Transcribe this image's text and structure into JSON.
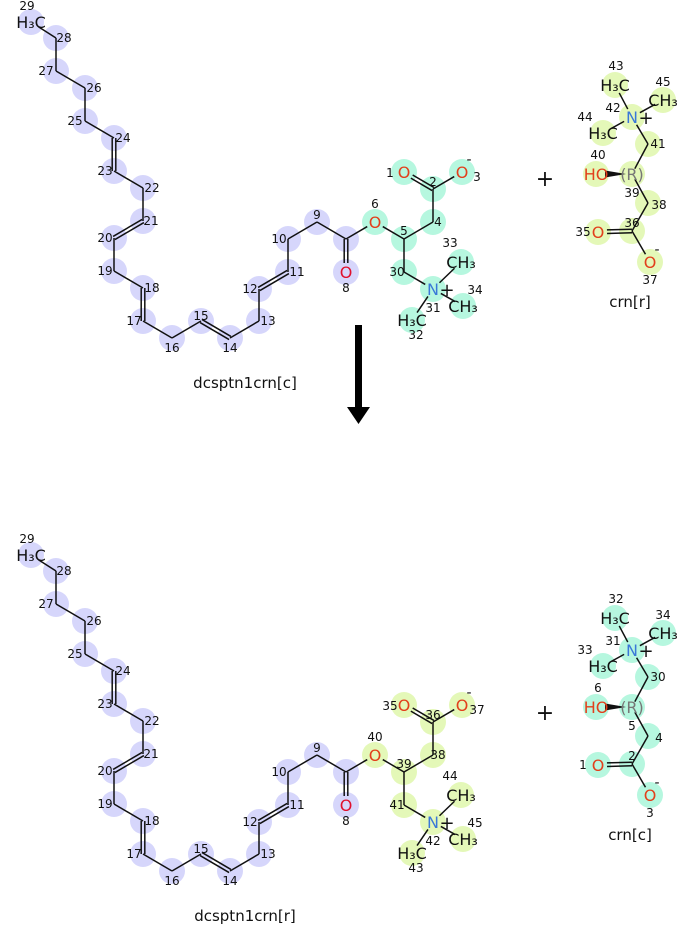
{
  "colors": {
    "chain": "#d6d6fb",
    "crn_c": "#b6f7df",
    "crn_r": "#e4f8b8",
    "oxygen": "#e2401c",
    "carbonyl_oxygen": "#e0102e",
    "nitrogen": "#3a78d8",
    "bond": "#111111"
  },
  "reaction": {
    "plus": "+",
    "arrow": "down-arrow"
  },
  "molecules": [
    {
      "name": "dcsptn1crn[c]",
      "atoms": [
        {
          "num": "29",
          "sym": "H₃C",
          "group": "chain"
        },
        {
          "num": "28",
          "group": "chain"
        },
        {
          "num": "27",
          "group": "chain"
        },
        {
          "num": "26",
          "group": "chain"
        },
        {
          "num": "25",
          "group": "chain"
        },
        {
          "num": "24",
          "group": "chain"
        },
        {
          "num": "23",
          "group": "chain"
        },
        {
          "num": "22",
          "group": "chain"
        },
        {
          "num": "21",
          "group": "chain"
        },
        {
          "num": "20",
          "group": "chain"
        },
        {
          "num": "19",
          "group": "chain"
        },
        {
          "num": "18",
          "group": "chain"
        },
        {
          "num": "17",
          "group": "chain"
        },
        {
          "num": "16",
          "group": "chain"
        },
        {
          "num": "15",
          "group": "chain"
        },
        {
          "num": "14",
          "group": "chain"
        },
        {
          "num": "13",
          "group": "chain"
        },
        {
          "num": "12",
          "group": "chain"
        },
        {
          "num": "11",
          "group": "chain"
        },
        {
          "num": "10",
          "group": "chain"
        },
        {
          "num": "9",
          "group": "chain"
        },
        {
          "num": "",
          "group": "chain"
        },
        {
          "num": "8",
          "sym": "O",
          "group": "chain",
          "element": "O2"
        },
        {
          "num": "6",
          "sym": "O",
          "group": "crn_c",
          "element": "O"
        },
        {
          "num": "5",
          "group": "crn_c"
        },
        {
          "num": "4",
          "group": "crn_c"
        },
        {
          "num": "2",
          "group": "crn_c"
        },
        {
          "num": "1",
          "sym": "O",
          "group": "crn_c",
          "element": "O"
        },
        {
          "num": "3",
          "sym": "O",
          "group": "crn_c",
          "element": "O",
          "charge": "-"
        },
        {
          "num": "30",
          "group": "crn_c"
        },
        {
          "num": "31",
          "sym": "N",
          "group": "crn_c",
          "element": "N",
          "charge": "+"
        },
        {
          "num": "33",
          "sym": "CH₃",
          "group": "crn_c"
        },
        {
          "num": "34",
          "sym": "CH₃",
          "group": "crn_c"
        },
        {
          "num": "32",
          "sym": "H₃C",
          "group": "crn_c"
        }
      ]
    },
    {
      "name": "crn[r]",
      "atoms": [
        {
          "num": "43",
          "sym": "H₃C",
          "group": "crn_r"
        },
        {
          "num": "42",
          "sym": "N",
          "group": "crn_r",
          "element": "N",
          "charge": "+"
        },
        {
          "num": "45",
          "sym": "CH₃",
          "group": "crn_r"
        },
        {
          "num": "44",
          "sym": "H₃C",
          "group": "crn_r"
        },
        {
          "num": "41",
          "group": "crn_r"
        },
        {
          "num": "39",
          "sym": "(R)",
          "group": "crn_r",
          "element": "stereo"
        },
        {
          "num": "40",
          "sym": "HO",
          "group": "crn_r",
          "element": "O"
        },
        {
          "num": "38",
          "group": "crn_r"
        },
        {
          "num": "36",
          "group": "crn_r"
        },
        {
          "num": "35",
          "sym": "O",
          "group": "crn_r",
          "element": "O"
        },
        {
          "num": "37",
          "sym": "O",
          "group": "crn_r",
          "element": "O",
          "charge": "-"
        }
      ]
    },
    {
      "name": "dcsptn1crn[r]",
      "atoms": [
        {
          "num": "29",
          "sym": "H₃C",
          "group": "chain"
        },
        {
          "num": "28",
          "group": "chain"
        },
        {
          "num": "27",
          "group": "chain"
        },
        {
          "num": "26",
          "group": "chain"
        },
        {
          "num": "25",
          "group": "chain"
        },
        {
          "num": "24",
          "group": "chain"
        },
        {
          "num": "23",
          "group": "chain"
        },
        {
          "num": "22",
          "group": "chain"
        },
        {
          "num": "21",
          "group": "chain"
        },
        {
          "num": "20",
          "group": "chain"
        },
        {
          "num": "19",
          "group": "chain"
        },
        {
          "num": "18",
          "group": "chain"
        },
        {
          "num": "17",
          "group": "chain"
        },
        {
          "num": "16",
          "group": "chain"
        },
        {
          "num": "15",
          "group": "chain"
        },
        {
          "num": "14",
          "group": "chain"
        },
        {
          "num": "13",
          "group": "chain"
        },
        {
          "num": "12",
          "group": "chain"
        },
        {
          "num": "11",
          "group": "chain"
        },
        {
          "num": "10",
          "group": "chain"
        },
        {
          "num": "9",
          "group": "chain"
        },
        {
          "num": "",
          "group": "chain"
        },
        {
          "num": "8",
          "sym": "O",
          "group": "chain",
          "element": "O2"
        },
        {
          "num": "40",
          "sym": "O",
          "group": "crn_r",
          "element": "O"
        },
        {
          "num": "39",
          "group": "crn_r"
        },
        {
          "num": "38",
          "group": "crn_r"
        },
        {
          "num": "36",
          "group": "crn_r"
        },
        {
          "num": "35",
          "sym": "O",
          "group": "crn_r",
          "element": "O"
        },
        {
          "num": "37",
          "sym": "O",
          "group": "crn_r",
          "element": "O",
          "charge": "-"
        },
        {
          "num": "41",
          "group": "crn_r"
        },
        {
          "num": "42",
          "sym": "N",
          "group": "crn_r",
          "element": "N",
          "charge": "+"
        },
        {
          "num": "44",
          "sym": "CH₃",
          "group": "crn_r"
        },
        {
          "num": "45",
          "sym": "CH₃",
          "group": "crn_r"
        },
        {
          "num": "43",
          "sym": "H₃C",
          "group": "crn_r"
        }
      ]
    },
    {
      "name": "crn[c]",
      "atoms": [
        {
          "num": "32",
          "sym": "H₃C",
          "group": "crn_c"
        },
        {
          "num": "31",
          "sym": "N",
          "group": "crn_c",
          "element": "N",
          "charge": "+"
        },
        {
          "num": "34",
          "sym": "CH₃",
          "group": "crn_c"
        },
        {
          "num": "33",
          "sym": "H₃C",
          "group": "crn_c"
        },
        {
          "num": "30",
          "group": "crn_c"
        },
        {
          "num": "5",
          "sym": "(R)",
          "group": "crn_c",
          "element": "stereo"
        },
        {
          "num": "6",
          "sym": "HO",
          "group": "crn_c",
          "element": "O"
        },
        {
          "num": "4",
          "group": "crn_c"
        },
        {
          "num": "2",
          "group": "crn_c"
        },
        {
          "num": "1",
          "sym": "O",
          "group": "crn_c",
          "element": "O"
        },
        {
          "num": "3",
          "sym": "O",
          "group": "crn_c",
          "element": "O",
          "charge": "-"
        }
      ]
    }
  ]
}
